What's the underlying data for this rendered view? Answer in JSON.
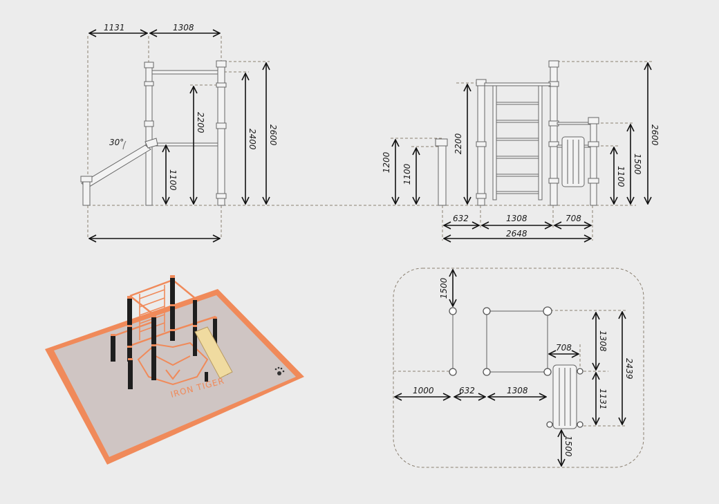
{
  "side_view": {
    "top_widths": [
      "1131",
      "1308"
    ],
    "heights": [
      "2200",
      "2400",
      "2600",
      "1100"
    ],
    "angle": "30°"
  },
  "front_view": {
    "heights_left": [
      "1200",
      "1100",
      "2200"
    ],
    "heights_right": [
      "2600",
      "1500",
      "1100"
    ],
    "bottom_widths": [
      "632",
      "1308",
      "708"
    ],
    "total_width": "2648"
  },
  "plan_view": {
    "top_clearance": "1500",
    "bottom_clearance": "1500",
    "widths": [
      "1000",
      "632",
      "1308"
    ],
    "bench_width": "708",
    "right_dims": [
      "1308",
      "1131"
    ],
    "total_depth": "2439"
  },
  "render_view": {
    "mat_text": "IRON TIGER"
  },
  "colors": {
    "accent": "#f08a5a",
    "mat": "#cfc5c3",
    "post": "#1e1e1e"
  }
}
